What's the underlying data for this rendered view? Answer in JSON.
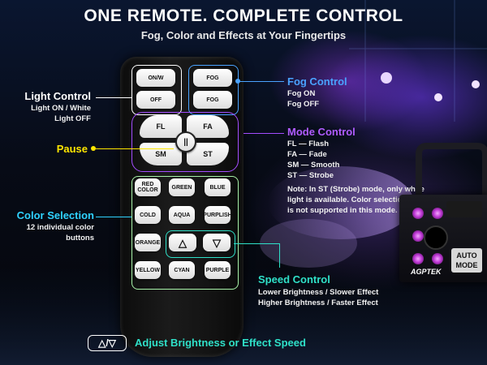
{
  "header": {
    "title": "ONE REMOTE. COMPLETE CONTROL",
    "subtitle": "Fog, Color and Effects at Your Fingertips"
  },
  "light_control": {
    "heading": "Light Control",
    "line1": "Light ON / White",
    "line2": "Light OFF",
    "color": "#ffffff"
  },
  "fog_control": {
    "heading": "Fog Control",
    "line1": "Fog ON",
    "line2": "Fog OFF",
    "color": "#4aa3ff"
  },
  "mode_control": {
    "heading": "Mode Control",
    "items": [
      "FL — Flash",
      "FA — Fade",
      "SM — Smooth",
      "ST — Strobe"
    ],
    "note": [
      "Note: In ST (Strobe) mode, only white",
      "light is available. Color selection",
      "is not supported in this mode."
    ],
    "color": "#b05cff"
  },
  "pause": {
    "label": "Pause",
    "color": "#ffe600"
  },
  "color_selection": {
    "heading": "Color Selection",
    "line1": "12 individual color",
    "line2": "buttons",
    "color": "#2fd3ff"
  },
  "speed_control": {
    "heading": "Speed Control",
    "line1": "Lower Brightness / Slower Effect",
    "line2": "Higher Brightness / Faster Effect",
    "color": "#2fe0c8"
  },
  "footer": {
    "icon_label": "△/▽",
    "label": "Adjust Brightness or Effect Speed",
    "color": "#2fe0c8"
  },
  "remote": {
    "on_w": "ON/W",
    "off": "OFF",
    "fog_on": "FOG",
    "fog_off": "FOG",
    "fl": "FL",
    "fa": "FA",
    "sm": "SM",
    "st": "ST",
    "colors": [
      "RED COLOR",
      "GREEN",
      "BLUE",
      "COLD",
      "AQUA",
      "PURPLISH",
      "ORANGE",
      "YELLOW",
      "CYAN",
      "PURPLE"
    ],
    "up": "△",
    "down": "▽"
  },
  "machine": {
    "brand": "AGPTEK",
    "badge_line1": "AUTO",
    "badge_line2": "MODE"
  }
}
